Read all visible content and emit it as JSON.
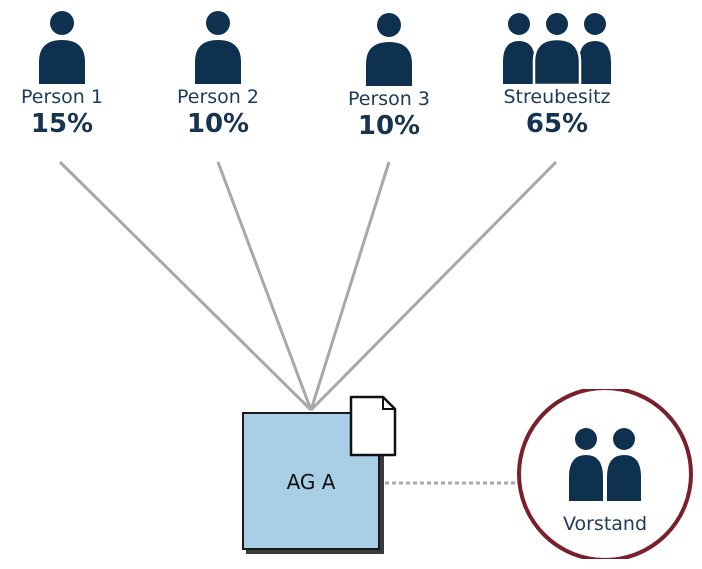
{
  "owners": [
    {
      "name": "Person 1",
      "share": "15%",
      "icon": "person-icon"
    },
    {
      "name": "Person 2",
      "share": "10%",
      "icon": "person-icon"
    },
    {
      "name": "Person 3",
      "share": "10%",
      "icon": "person-icon"
    },
    {
      "name": "Streubesitz",
      "share": "65%",
      "icon": "crowd-icon"
    }
  ],
  "company": {
    "name": "AG A",
    "icon": "document-icon"
  },
  "board": {
    "name": "Vorstand",
    "icon": "group-icon"
  },
  "colors": {
    "icon": "#0f3150",
    "line": "#a8a8a8",
    "company_fill": "#a9cfe6",
    "board_ring": "#7a1f2b"
  }
}
